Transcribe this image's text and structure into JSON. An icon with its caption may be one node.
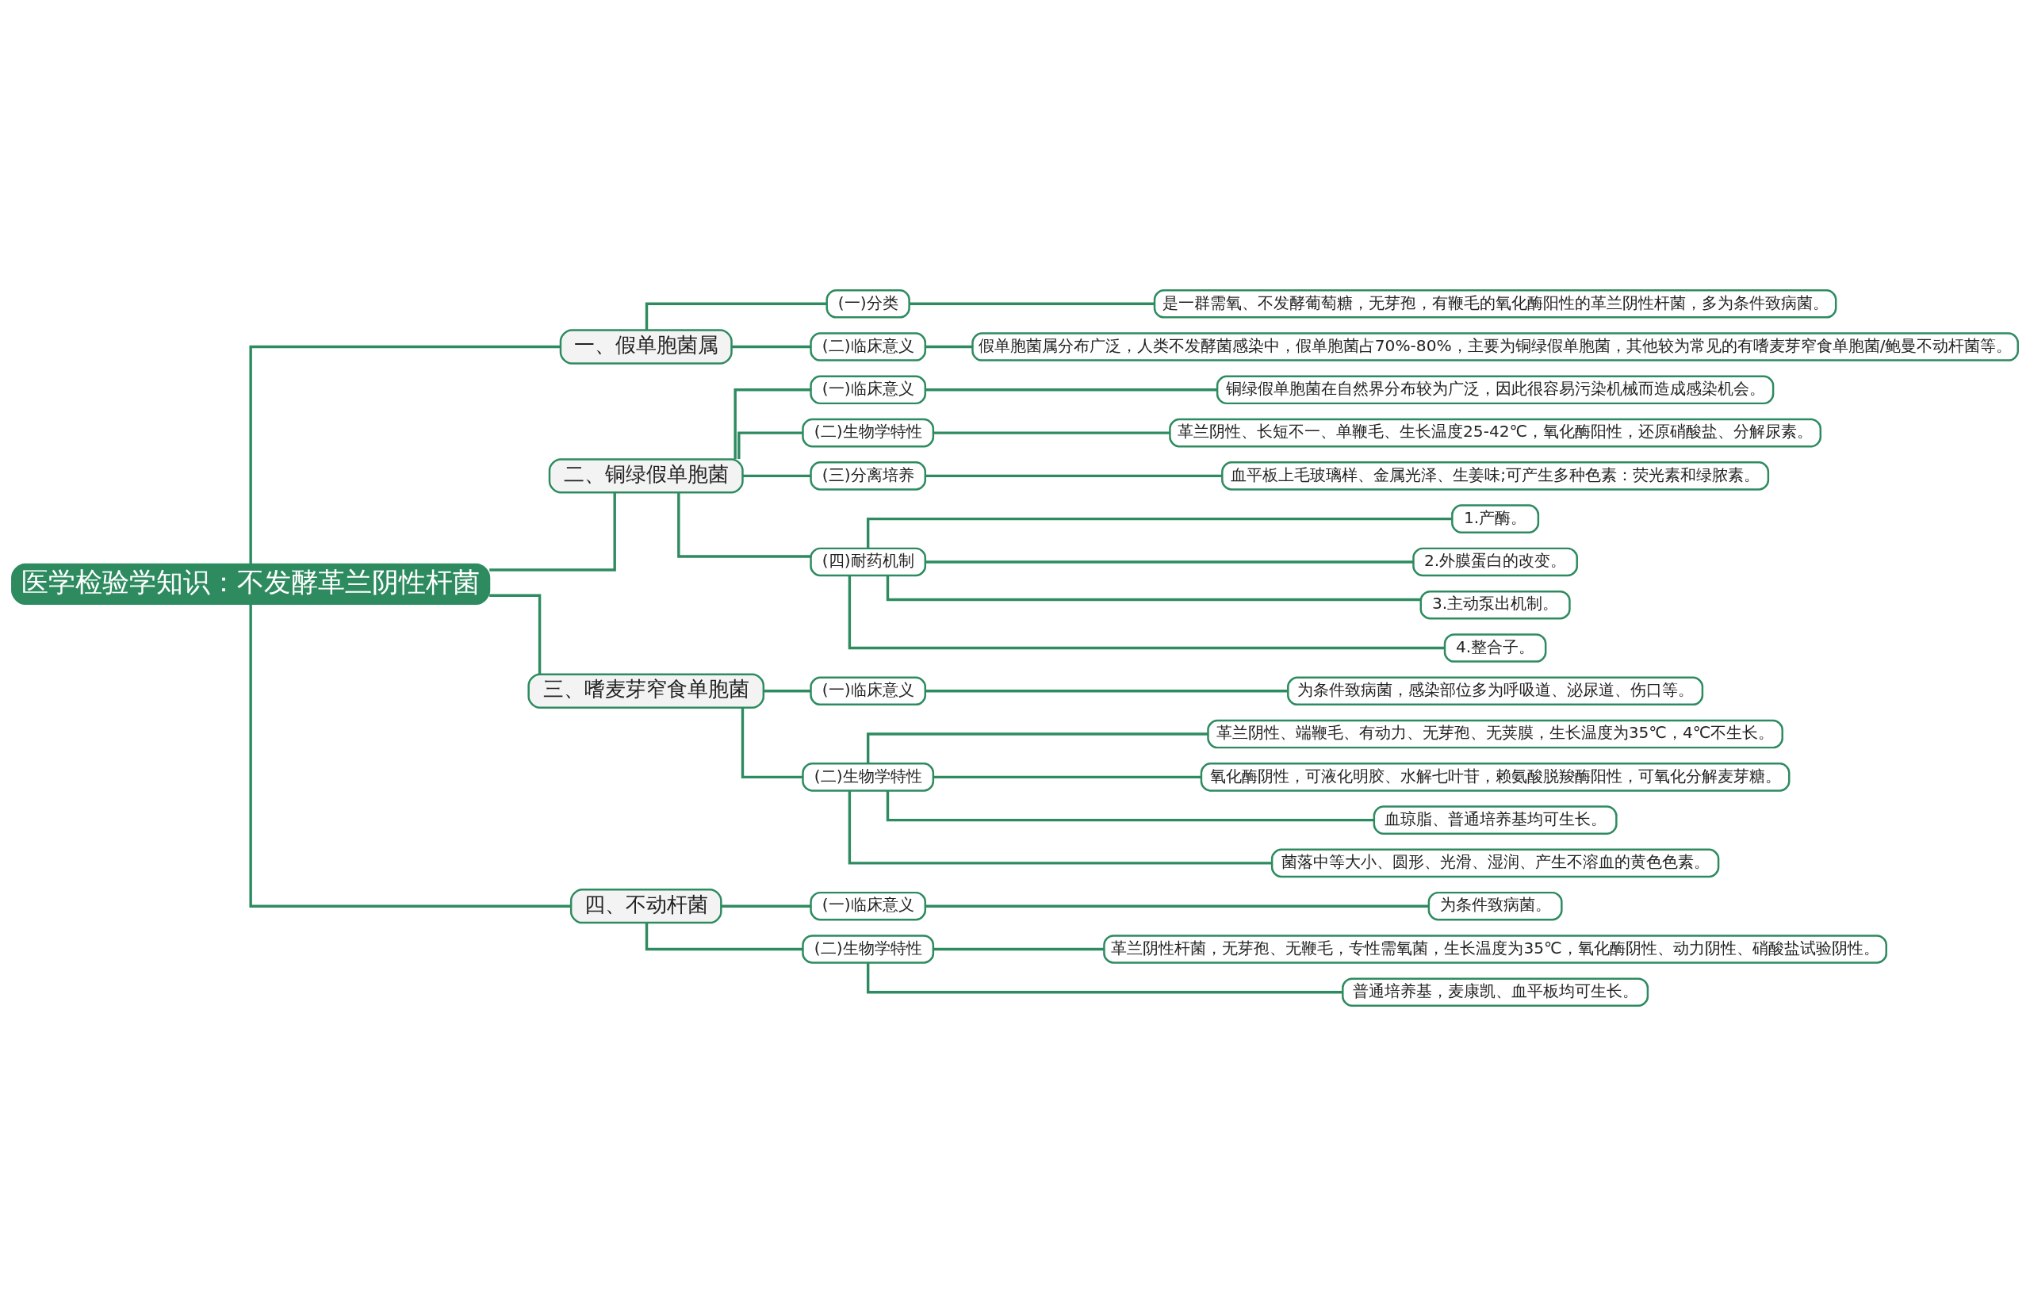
{
  "diagram": {
    "nodes": [
      {
        "text": [
          "医学检验学知识：不发酵革兰阴性杆菌"
        ]
      },
      {
        "text": [
          "一、假单胞菌属"
        ]
      },
      {
        "text": [
          "(一)分类"
        ]
      },
      {
        "text": [
          "是一群需氧、不发酵葡萄糖，无芽孢，有鞭毛的氧化酶阳性的革兰阴性杆菌，多为条件致病菌。"
        ]
      },
      {
        "text": [
          "(二)临床意义"
        ]
      },
      {
        "text": [
          "假单胞菌属分布广泛，人类不发酵菌感染中，假单胞菌占70%-80%，主要为铜绿假单胞菌，其他较为常见的有嗜麦芽窄食单胞菌/鲍曼不动杆菌等。"
        ]
      },
      {
        "text": [
          "二、铜绿假单胞菌"
        ]
      },
      {
        "text": [
          "(一)临床意义"
        ]
      },
      {
        "text": [
          "铜绿假单胞菌在自然界分布较为广泛，因此很容易污染机械而造成感染机会。"
        ]
      },
      {
        "text": [
          "(二)生物学特性"
        ]
      },
      {
        "text": [
          "革兰阴性、长短不一、单鞭毛、生长温度25-42℃，氧化酶阳性，还原硝酸盐、分解尿素。"
        ]
      },
      {
        "text": [
          "(三)分离培养"
        ]
      },
      {
        "text": [
          "血平板上毛玻璃样、金属光泽、生姜味;可产生多种色素：荧光素和绿脓素。"
        ]
      },
      {
        "text": [
          "(四)耐药机制"
        ]
      },
      {
        "text": [
          "1.产酶。"
        ]
      },
      {
        "text": [
          "2.外膜蛋白的改变。"
        ]
      },
      {
        "text": [
          "3.主动泵出机制。"
        ]
      },
      {
        "text": [
          "4.整合子。"
        ]
      },
      {
        "text": [
          "三、嗜麦芽窄食单胞菌"
        ]
      },
      {
        "text": [
          "(一)临床意义"
        ]
      },
      {
        "text": [
          "为条件致病菌，感染部位多为呼吸道、泌尿道、伤口等。"
        ]
      },
      {
        "text": [
          "(二)生物学特性"
        ]
      },
      {
        "text": [
          "革兰阴性、端鞭毛、有动力、无芽孢、无荚膜，生长温度为35℃，4℃不生长。"
        ]
      },
      {
        "text": [
          "氧化酶阴性，可液化明胶、水解七叶苷，赖氨酸脱羧酶阳性，可氧化分解麦芽糖。"
        ]
      },
      {
        "text": [
          "血琼脂、普通培养基均可生长。"
        ]
      },
      {
        "text": [
          "菌落中等大小、圆形、光滑、湿润、产生不溶血的黄色色素。"
        ]
      },
      {
        "text": [
          "四、不动杆菌"
        ]
      },
      {
        "text": [
          "(一)临床意义"
        ]
      },
      {
        "text": [
          "为条件致病菌。"
        ]
      },
      {
        "text": [
          "(二)生物学特性"
        ]
      },
      {
        "text": [
          "革兰阴性杆菌，无芽孢、无鞭毛，专性需氧菌，生长温度为35℃，氧化酶阴性、动力阴性、硝酸盐试验阴性。"
        ]
      },
      {
        "text": [
          "普通培养基，麦康凯、血平板均可生长。"
        ]
      }
    ],
    "edges": [
      {
        "from": 0,
        "to": 1,
        "arrow": "none"
      },
      {
        "from": 1,
        "to": 2,
        "arrow": "none"
      },
      {
        "from": 2,
        "to": 3,
        "arrow": "none"
      },
      {
        "from": 1,
        "to": 4,
        "arrow": "none"
      },
      {
        "from": 4,
        "to": 5,
        "arrow": "none"
      },
      {
        "from": 0,
        "to": 6,
        "arrow": "none"
      },
      {
        "from": 6,
        "to": 7,
        "arrow": "none"
      },
      {
        "from": 7,
        "to": 8,
        "arrow": "none"
      },
      {
        "from": 6,
        "to": 9,
        "arrow": "none"
      },
      {
        "from": 9,
        "to": 10,
        "arrow": "none"
      },
      {
        "from": 6,
        "to": 11,
        "arrow": "none"
      },
      {
        "from": 11,
        "to": 12,
        "arrow": "none"
      },
      {
        "from": 6,
        "to": 13,
        "arrow": "none"
      },
      {
        "from": 13,
        "to": 14,
        "arrow": "none"
      },
      {
        "from": 13,
        "to": 15,
        "arrow": "none"
      },
      {
        "from": 13,
        "to": 16,
        "arrow": "none"
      },
      {
        "from": 13,
        "to": 17,
        "arrow": "none"
      },
      {
        "from": 0,
        "to": 18,
        "arrow": "none"
      },
      {
        "from": 18,
        "to": 19,
        "arrow": "none"
      },
      {
        "from": 19,
        "to": 20,
        "arrow": "none"
      },
      {
        "from": 18,
        "to": 21,
        "arrow": "none"
      },
      {
        "from": 21,
        "to": 22,
        "arrow": "none"
      },
      {
        "from": 21,
        "to": 23,
        "arrow": "none"
      },
      {
        "from": 21,
        "to": 24,
        "arrow": "none"
      },
      {
        "from": 21,
        "to": 25,
        "arrow": "none"
      },
      {
        "from": 0,
        "to": 26,
        "arrow": "none"
      },
      {
        "from": 26,
        "to": 27,
        "arrow": "none"
      },
      {
        "from": 27,
        "to": 28,
        "arrow": "none"
      },
      {
        "from": 26,
        "to": 29,
        "arrow": "none"
      },
      {
        "from": 29,
        "to": 30,
        "arrow": "none"
      },
      {
        "from": 29,
        "to": 31,
        "arrow": "none"
      }
    ]
  }
}
